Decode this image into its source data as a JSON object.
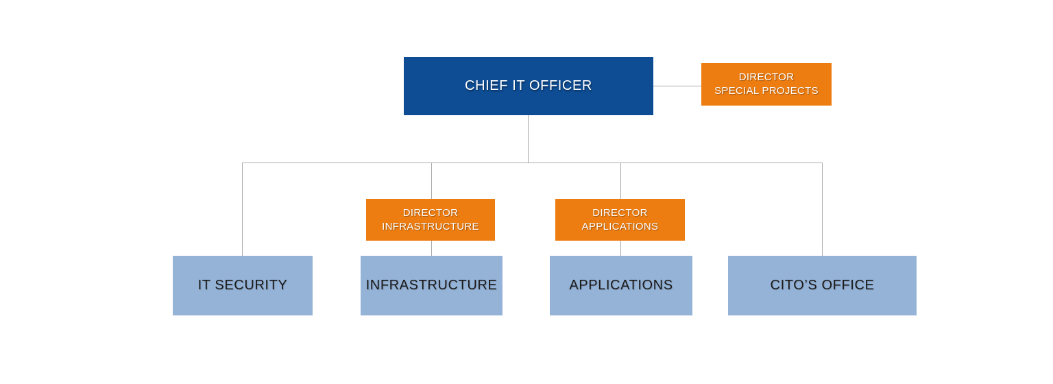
{
  "diagram": {
    "type": "org-chart",
    "nodes": {
      "chief_it_officer": {
        "label": "CHIEF IT OFFICER",
        "role": "root",
        "color": "#0E4D94"
      },
      "director_special_projects": {
        "line1": "DIRECTOR",
        "line2": "SPECIAL PROJECTS",
        "role": "assistant",
        "color": "#ED7D11"
      },
      "director_infrastructure": {
        "line1": "DIRECTOR",
        "line2": "INFRASTRUCTURE",
        "role": "manager",
        "color": "#ED7D11"
      },
      "director_applications": {
        "line1": "DIRECTOR",
        "line2": "APPLICATIONS",
        "role": "manager",
        "color": "#ED7D11"
      },
      "it_security": {
        "label": "IT SECURITY",
        "role": "department",
        "color": "#95B3D7"
      },
      "infrastructure": {
        "label": "INFRASTRUCTURE",
        "role": "department",
        "color": "#95B3D7"
      },
      "applications": {
        "label": "APPLICATIONS",
        "role": "department",
        "color": "#95B3D7"
      },
      "citos_office": {
        "label": "CITO’S OFFICE",
        "role": "department",
        "color": "#95B3D7"
      }
    },
    "edges": [
      {
        "from": "chief_it_officer",
        "to": "director_special_projects",
        "style": "side-connector"
      },
      {
        "from": "chief_it_officer",
        "to": "it_security"
      },
      {
        "from": "chief_it_officer",
        "to": "infrastructure",
        "through": "director_infrastructure"
      },
      {
        "from": "chief_it_officer",
        "to": "applications",
        "through": "director_applications"
      },
      {
        "from": "chief_it_officer",
        "to": "citos_office"
      }
    ],
    "colors": {
      "primary": "#0E4D94",
      "accent": "#ED7D11",
      "secondary": "#95B3D7",
      "connector": "#ABABAB"
    }
  }
}
